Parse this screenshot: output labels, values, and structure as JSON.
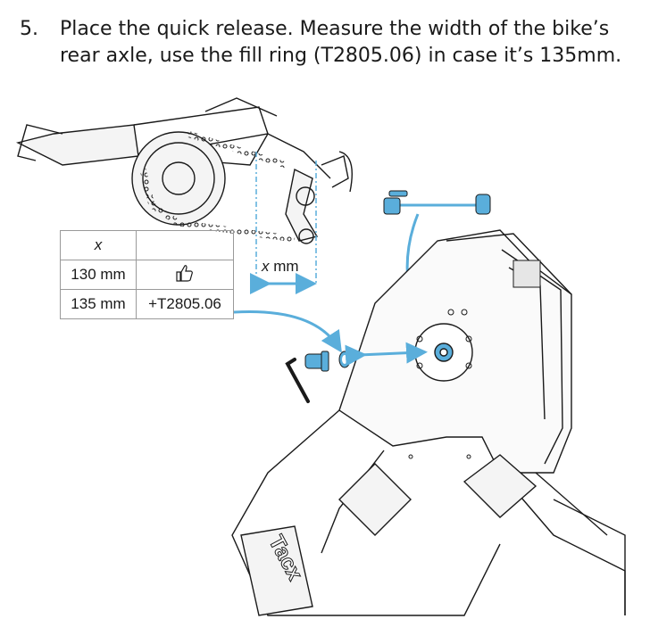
{
  "step": {
    "number": "5.",
    "text": "Place the quick release. Measure the width of the bike’s rear axle, use the fill ring (T2805.06) in case it’s 135mm."
  },
  "table": {
    "header": "x",
    "rows": [
      {
        "width": "130 mm",
        "action": "",
        "action_icon": "thumbs-up-icon"
      },
      {
        "width": "135 mm",
        "action": "+T2805.06",
        "action_icon": ""
      }
    ]
  },
  "dimension_label": {
    "var": "x",
    "unit": "mm"
  },
  "brand_logo": "Tacx",
  "colors": {
    "accent": "#5aaedb",
    "line": "#1a1a1a"
  }
}
